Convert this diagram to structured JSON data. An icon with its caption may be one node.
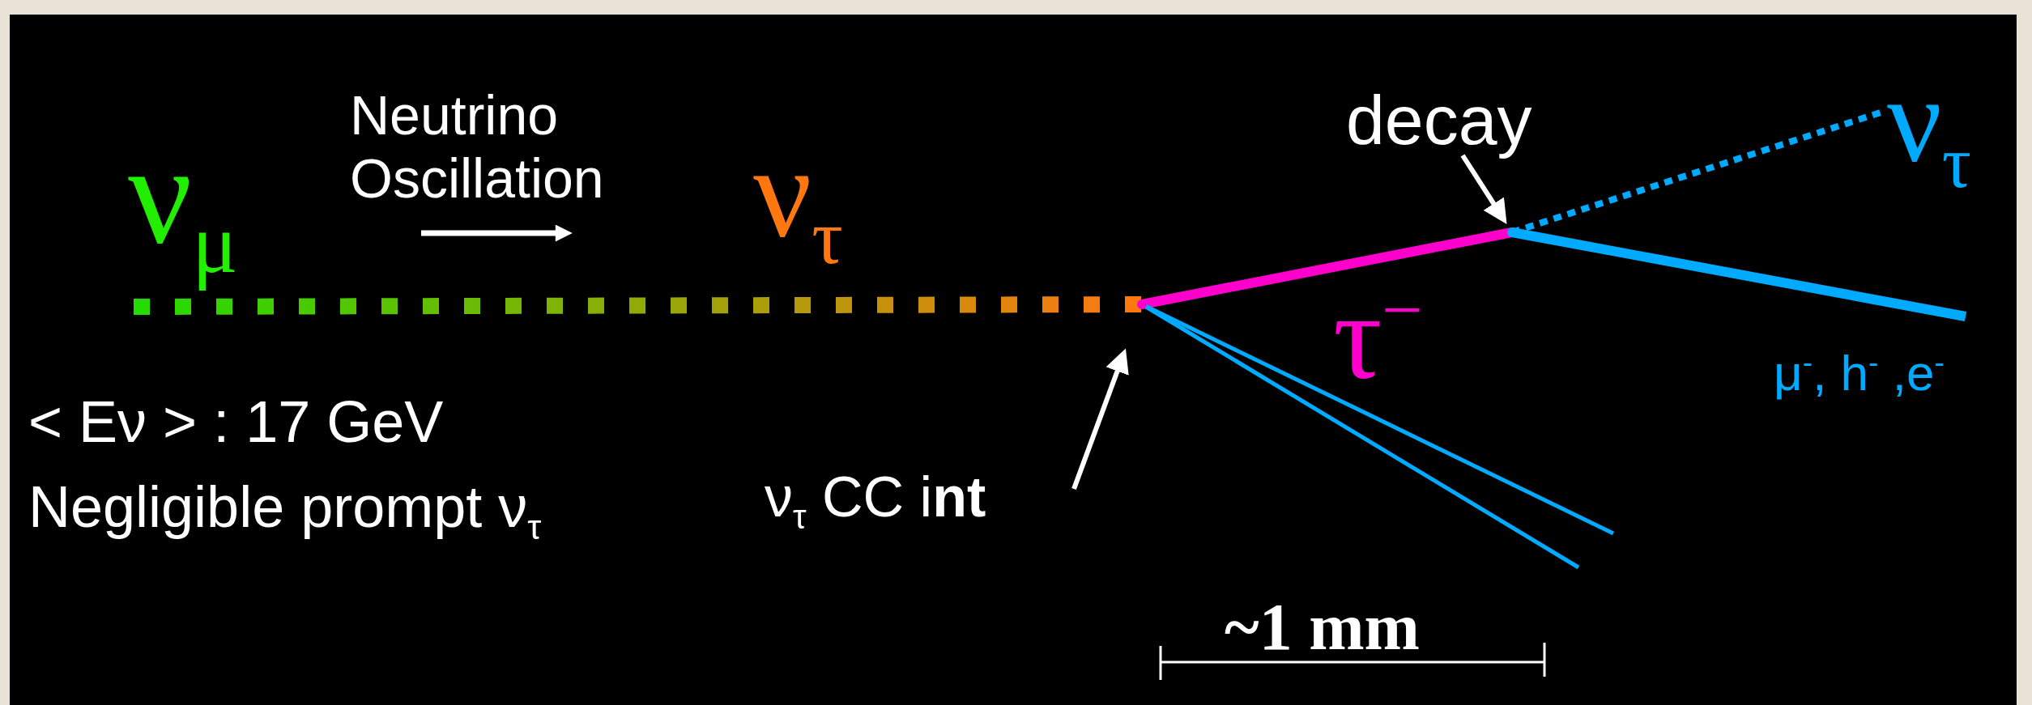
{
  "diagram": {
    "nodes": [
      {
        "text": [
          "ν$_{μ}$"
        ]
      },
      {
        "text": [
          "ν$_{τ}$ CC i**nt**"
        ]
      },
      {
        "text": [],
        "shape": "point"
      },
      {
        "text": [
          "decay"
        ]
      },
      {
        "text": [],
        "shape": "point"
      }
    ],
    "edges": [
      {
        "from": 0,
        "to": 2,
        "arrow": "none",
        "style": "dashed",
        "color": "#ff7711"
      },
      {
        "from": 2,
        "to": 4,
        "arrow": "none",
        "style": "thick",
        "color": "#ff00cc",
        "label": "τ$^{−}$"
      },
      {
        "from": 4,
        "to": null,
        "arrow": "none",
        "style": "dashed",
        "label": "ν$_{τ}$"
      },
      {
        "from": 4,
        "to": null,
        "arrow": "none",
        "style": "thick",
        "label": "μ$^{-}$, h$^{-}$ ,e$^{-}$"
      },
      {
        "from": 2,
        "to": null,
        "arrow": "none"
      },
      {
        "from": 2,
        "to": null,
        "arrow": "none"
      },
      {
        "from": 1,
        "to": 2,
        "arrow": "to",
        "color": "#ffffff"
      },
      {
        "from": 3,
        "to": 4,
        "arrow": "to",
        "color": "#ffffff"
      }
    ],
    "labels": [
      "Neutrino Oscillation",
      "ν$_{τ}$",
      "< Eν > : 17 GeV",
      "Negligible prompt ν$_{τ}$",
      "~1 mm"
    ]
  }
}
